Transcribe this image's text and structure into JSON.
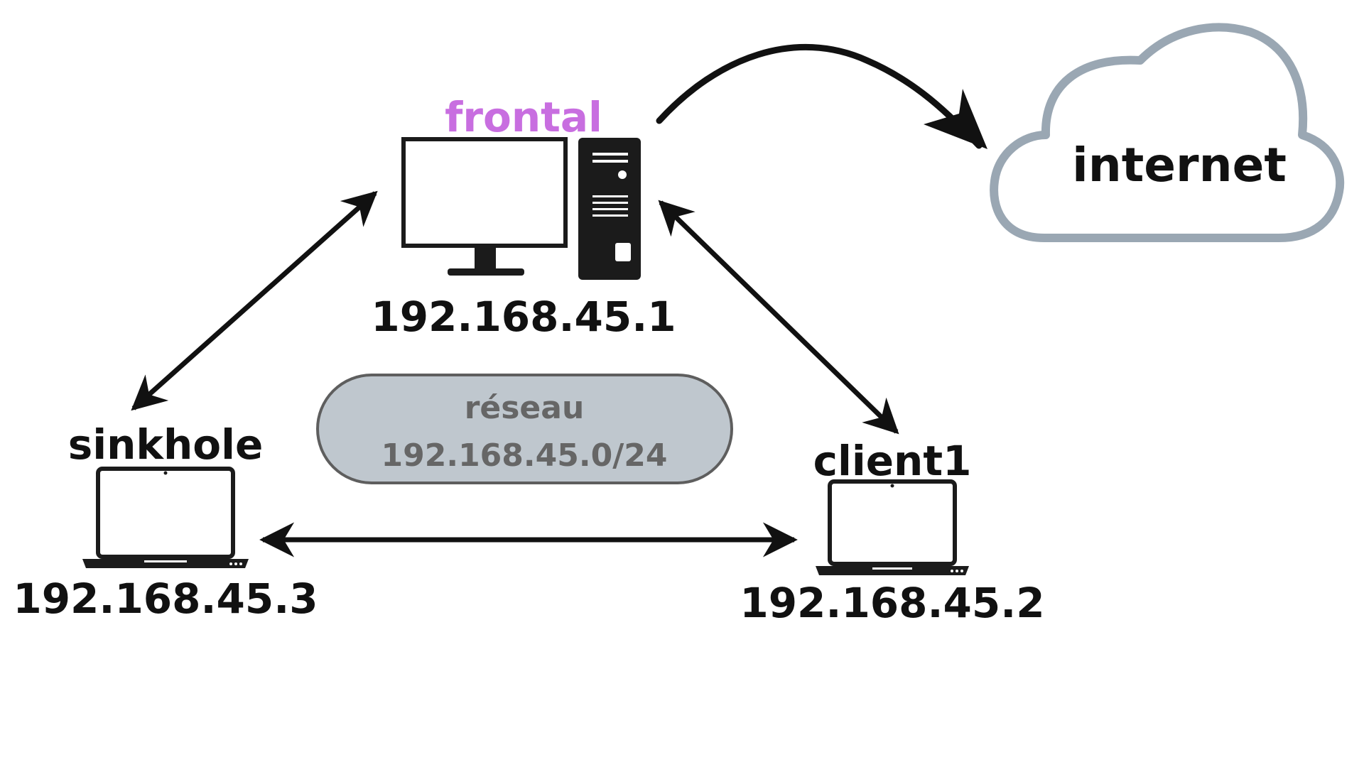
{
  "colors": {
    "frontal_label": "#c86ee0",
    "text": "#111111",
    "network_fill": "#bfc7ce",
    "network_border": "#5e5e5e",
    "network_text": "#666666",
    "cloud_stroke": "#9aa7b3",
    "device": "#1b1b1b"
  },
  "frontal": {
    "name": "frontal",
    "ip": "192.168.45.1",
    "icon": "desktop-computer-icon"
  },
  "sinkhole": {
    "name": "sinkhole",
    "ip": "192.168.45.3",
    "icon": "laptop-icon"
  },
  "client1": {
    "name": "client1",
    "ip": "192.168.45.2",
    "icon": "laptop-icon"
  },
  "internet": {
    "label": "internet",
    "icon": "cloud-icon"
  },
  "network": {
    "title": "réseau",
    "cidr": "192.168.45.0/24"
  }
}
